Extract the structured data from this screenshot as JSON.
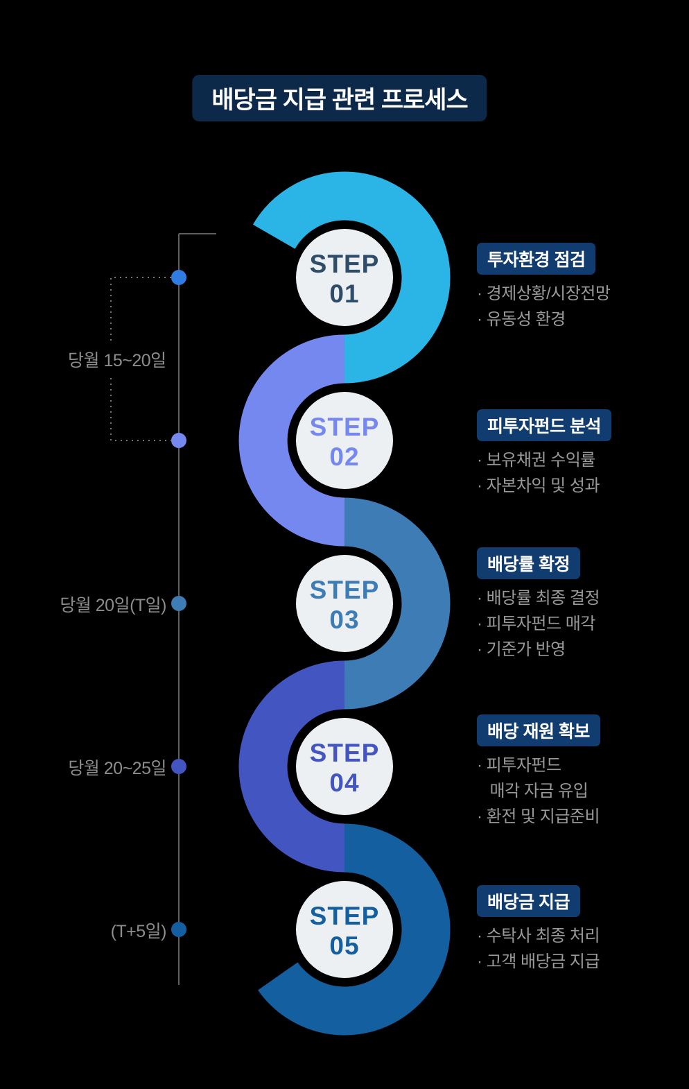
{
  "title": {
    "text": "배당금 지급 관련 프로세스",
    "bg": "#0d2949"
  },
  "timeline": {
    "line_color": "#5f5f5f",
    "bracket_color": "#777777",
    "labels": [
      {
        "text": "당월 15~20일"
      },
      {
        "text": "당월 20일(T일)"
      },
      {
        "text": "당월 20~25일"
      },
      {
        "text": "(T+5일)"
      }
    ]
  },
  "steps": [
    {
      "step_word": "STEP",
      "number": "01",
      "arc_color": "#2bb5e6",
      "text_color": "#2f4d68",
      "dot_color": "#2f7de3",
      "badge": {
        "text": "투자환경 점검",
        "bg": "#113c70"
      },
      "bullets": [
        "· 경제상황/시장전망",
        "· 유동성 환경"
      ]
    },
    {
      "step_word": "STEP",
      "number": "02",
      "arc_color": "#7588ef",
      "text_color": "#7588ef",
      "dot_color": "#7588ef",
      "badge": {
        "text": "피투자펀드 분석",
        "bg": "#113c70"
      },
      "bullets": [
        "· 보유채권 수익률",
        "· 자본차익 및 성과"
      ]
    },
    {
      "step_word": "STEP",
      "number": "03",
      "arc_color": "#3d7cb5",
      "text_color": "#3d7cb5",
      "dot_color": "#3d7cb5",
      "badge": {
        "text": "배당률 확정",
        "bg": "#113c70"
      },
      "bullets": [
        "· 배당률 최종 결정",
        "· 피투자펀드 매각",
        "· 기준가 반영"
      ]
    },
    {
      "step_word": "STEP",
      "number": "04",
      "arc_color": "#4355c1",
      "text_color": "#4355c1",
      "dot_color": "#4355c1",
      "badge": {
        "text": "배당 재원 확보",
        "bg": "#113c70"
      },
      "bullets": [
        "· 피투자펀드",
        "   매각 자금 유입",
        "· 환전 및 지급준비"
      ]
    },
    {
      "step_word": "STEP",
      "number": "05",
      "arc_color": "#135f9f",
      "text_color": "#135f9f",
      "dot_color": "#135f9f",
      "badge": {
        "text": "배당금 지급",
        "bg": "#113c70"
      },
      "bullets": [
        "· 수탁사 최종 처리",
        "· 고객 배당금 지급"
      ]
    }
  ]
}
